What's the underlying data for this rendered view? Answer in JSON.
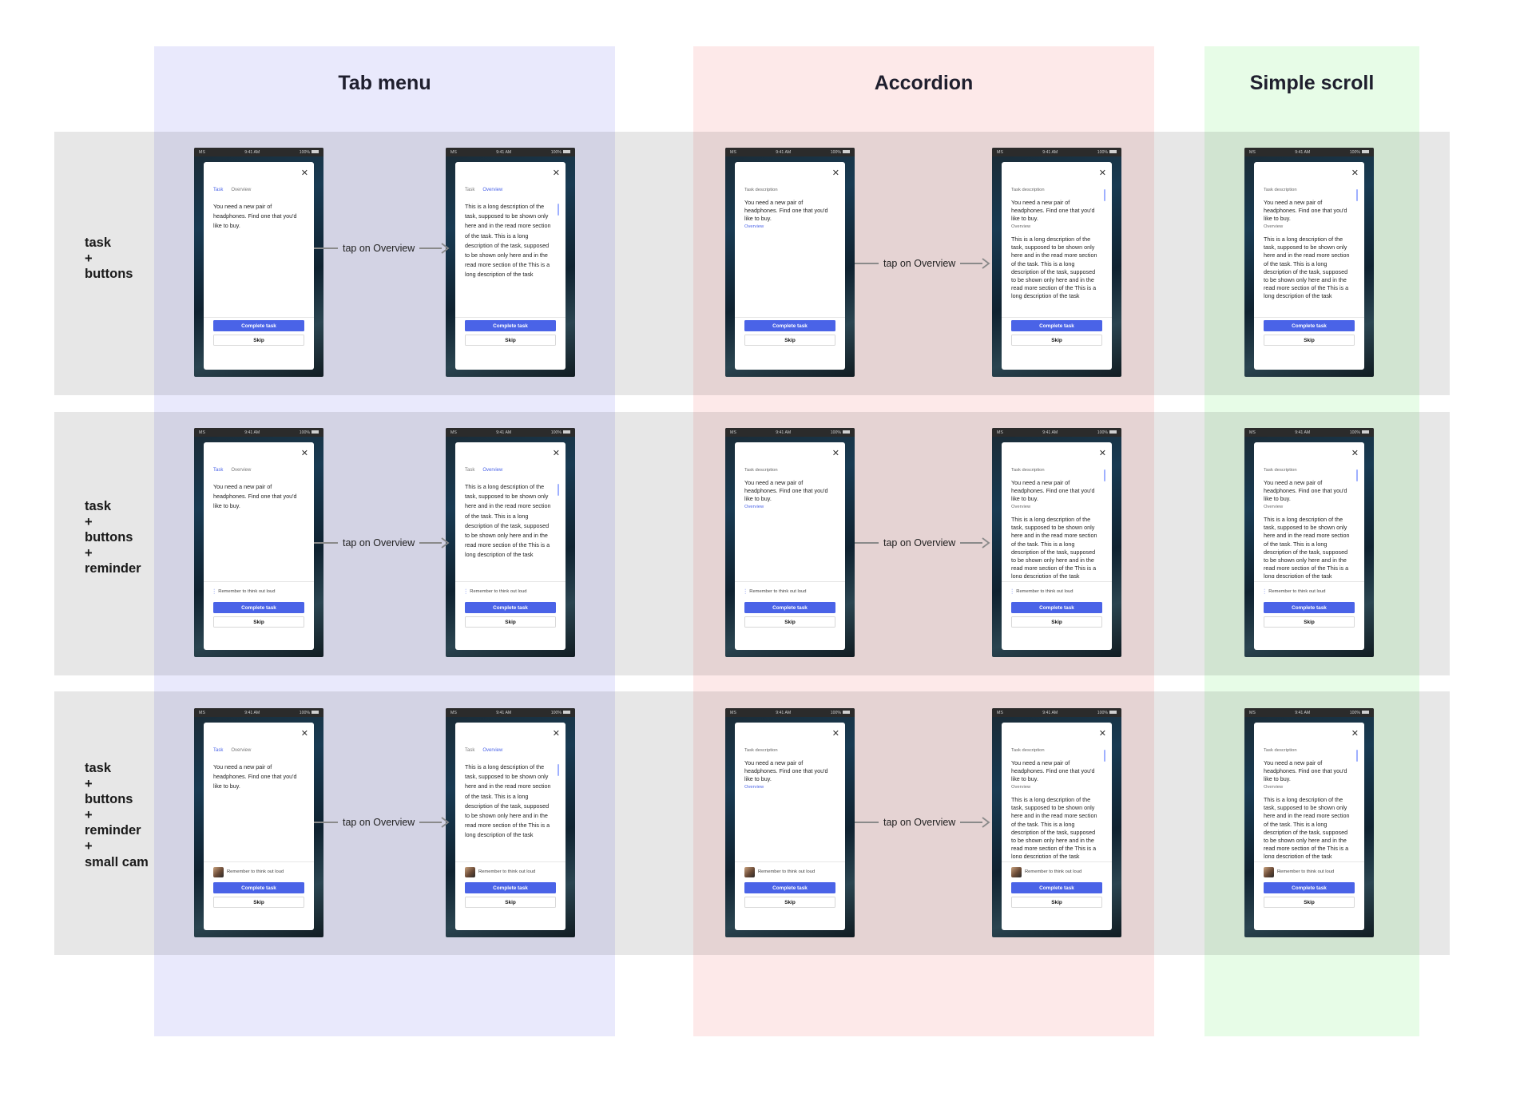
{
  "columns": [
    {
      "title": "Tab menu",
      "color": "#e5e5fc"
    },
    {
      "title": "Accordion",
      "color": "#fde5e5"
    },
    {
      "title": "Simple scroll",
      "color": "#e3fce3"
    }
  ],
  "rows": [
    {
      "label": "task\n+\nbuttons"
    },
    {
      "label": "task\n+\nbuttons\n+\nreminder"
    },
    {
      "label": "task\n+\nbuttons\n+\nreminder\n+\nsmall cam"
    }
  ],
  "transition_label": "tap on Overview",
  "status_bar": {
    "carrier": "MS",
    "time": "9:41 AM",
    "battery": "100%"
  },
  "tabs": {
    "task": "Task",
    "overview": "Overview"
  },
  "sections": {
    "task": "Task description",
    "overview": "Overview"
  },
  "task_text": "You need a new pair of headphones. Find one that you'd like to buy.",
  "overview_text": "This is a long description of the task, supposed to be shown only here and in the read more section of the task. This is a long description of the task, supposed to be shown only here and in the read more section of the This is a long description of the task",
  "reminder_text": "Remember to think out loud",
  "complete_label": "Complete task",
  "skip_label": "Skip"
}
